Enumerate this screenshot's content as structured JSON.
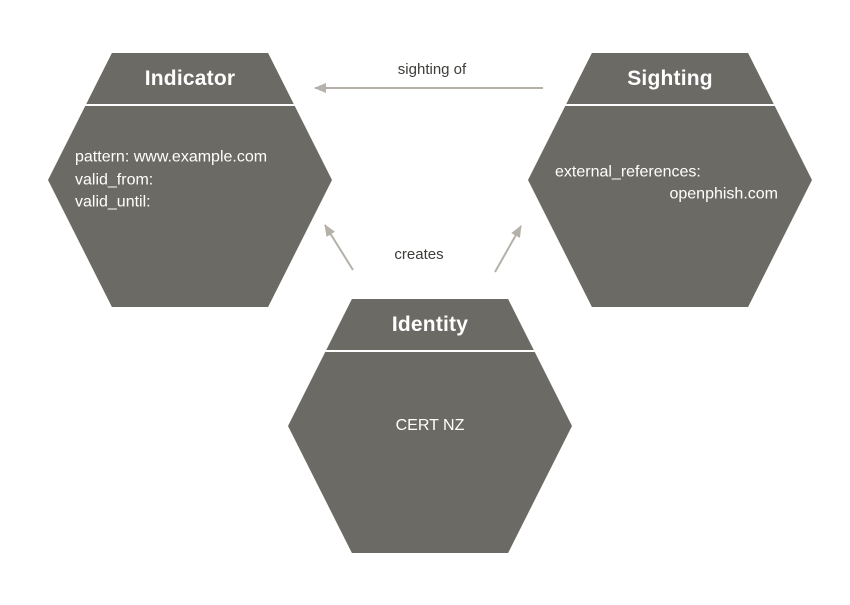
{
  "diagram": {
    "background": "#ffffff",
    "node_fill": "#6c6a64",
    "node_text_color": "#ffffff",
    "arrow_color": "#b5b1a8",
    "edge_label_color": "#3d3c38",
    "nodes": {
      "indicator": {
        "title": "Indicator",
        "lines": [
          "pattern: www.example.com",
          "valid_from:",
          "valid_until:"
        ]
      },
      "sighting": {
        "title": "Sighting",
        "lines": [
          "external_references:",
          "openphish.com"
        ]
      },
      "identity": {
        "title": "Identity",
        "lines": [
          "CERT NZ"
        ]
      }
    },
    "edges": {
      "sighting_of": {
        "label": "sighting of",
        "from": "Sighting",
        "to": "Indicator"
      },
      "creates": {
        "label": "creates",
        "from": "Identity",
        "to": "Indicator and Sighting"
      }
    }
  }
}
